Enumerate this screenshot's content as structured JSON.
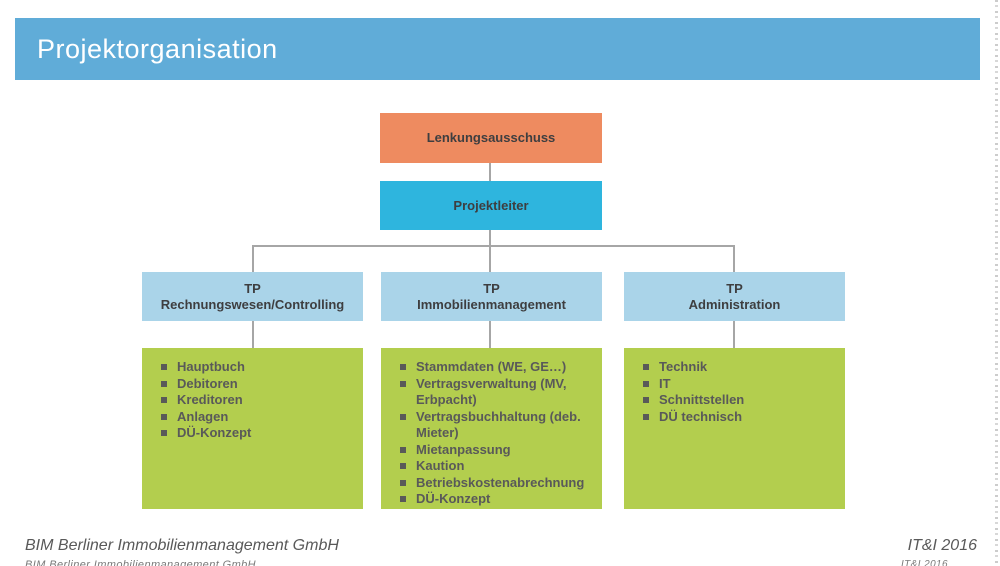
{
  "header": {
    "title": "Projektorganisation"
  },
  "chart": {
    "root": {
      "label": "Lenkungsausschuss"
    },
    "leader": {
      "label": "Projektleiter"
    },
    "groups": [
      {
        "title_line1": "TP",
        "title_line2": "Rechnungswesen/Controlling",
        "items": [
          "Hauptbuch",
          "Debitoren",
          "Kreditoren",
          "Anlagen",
          "DÜ-Konzept"
        ]
      },
      {
        "title_line1": "TP",
        "title_line2": "Immobilienmanagement",
        "items": [
          "Stammdaten (WE, GE…)",
          "Vertragsverwaltung (MV, Erbpacht)",
          "Vertragsbuchhaltung (deb. Mieter)",
          "Mietanpassung",
          "Kaution",
          "Betriebskostenabrechnung",
          "DÜ-Konzept"
        ]
      },
      {
        "title_line1": "TP",
        "title_line2": "Administration",
        "items": [
          "Technik",
          "IT",
          "Schnittstellen",
          "DÜ technisch"
        ]
      }
    ]
  },
  "footer": {
    "company": "BIM Berliner Immobilienmanagement GmbH",
    "edition": "IT&I 2016"
  },
  "colors": {
    "header_blue": "#60ACD8",
    "steering_orange": "#EE8B60",
    "leader_cyan": "#2EB5DE",
    "tp_light_blue": "#AAD4E9",
    "content_green": "#B3CE4E",
    "connector_gray": "#A6A6A6",
    "box_text": "#3E3E40",
    "list_text": "#595959"
  }
}
